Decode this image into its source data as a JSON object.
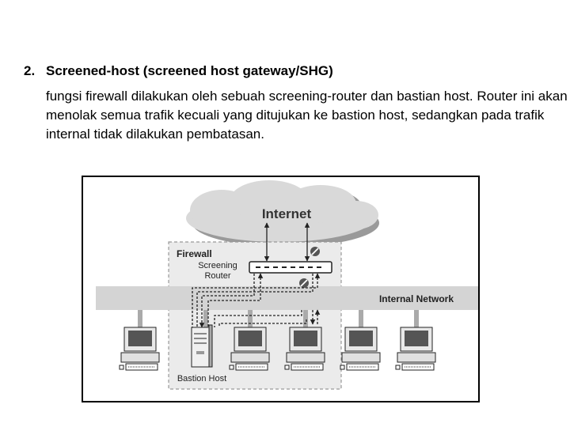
{
  "item": {
    "number": "2.",
    "title": "Screened-host (screened host gateway/SHG)",
    "body": "fungsi firewall dilakukan oleh sebuah screening-router dan bastian host. Router ini akan menolak semua trafik kecuali yang ditujukan ke bastion host, sedangkan pada trafik internal tidak dilakukan pembatasan."
  },
  "diagram": {
    "internet_label": "Internet",
    "firewall_label": "Firewall",
    "router_label_line1": "Screening",
    "router_label_line2": "Router",
    "network_label": "Internal Network",
    "bastion_label": "Bastion Host",
    "blocked_icon": "no-entry-icon",
    "computer_icon": "workstation-icon",
    "server_icon": "server-tower-icon"
  }
}
